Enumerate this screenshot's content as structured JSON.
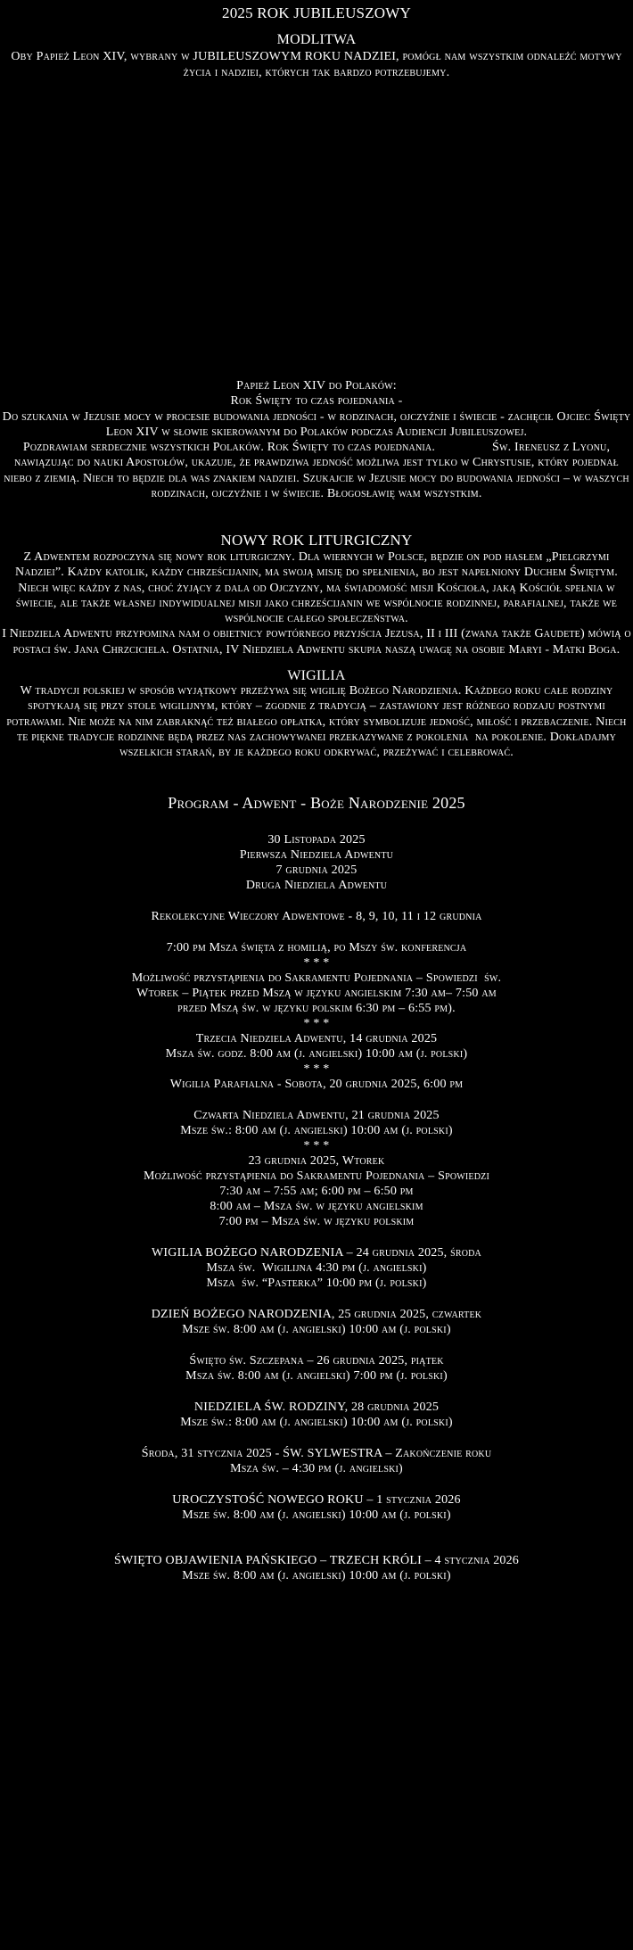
{
  "colors": {
    "background": "#000000",
    "text": "#ffffff"
  },
  "jubilee": {
    "title": "2025 ROK JUBILEUSZOWY",
    "modlitwa_heading": "MODLITWA",
    "modlitwa_text": "Oby Papież Leon XIV, wybrany w JUBILEUSZOWYM ROKU NADZIEI, pomógł nam wszystkim odnaleźć motywy życia i nadziei, których tak bardzo potrzebujemy."
  },
  "papiez": {
    "intro_line1": "Papież Leon XIV do Polaków:",
    "intro_line2": "Rok Święty to czas pojednania -",
    "para1": "Do szukania w Jezusie mocy w procesie budowania jedności - w rodzinach, ojczyźnie i świecie - zachęcił Ojciec Święty Leon XIV w słowie skierowanym do Polaków podczas Audiencji Jubileuszowej.",
    "para2": "Pozdrawiam serdecznie wszystkich Polaków. Rok Święty to czas pojednania.     Św. Ireneusz z Lyonu, nawiązując do nauki Apostołów, ukazuje, że prawdziwa jedność możliwa jest tylko w Chrystusie, który pojednał niebo z ziemią. Niech to będzie dla was znakiem nadziei. Szukajcie w Jezusie mocy do budowania jedności – w waszych rodzinach, ojczyźnie i w świecie. Błogosławię wam wszystkim."
  },
  "nowy_rok": {
    "heading": "NOWY ROK LITURGICZNY",
    "para1": "Z Adwentem rozpoczyna się nowy rok liturgiczny. Dla wiernych w Polsce, będzie on pod hasłem „Pielgrzymi Nadziei”. Każdy katolik, każdy chrześcijanin, ma swoją misję do spełnienia, bo jest napełniony Duchem Świętym. Niech więc każdy z nas, choć żyjący z dala od Ojczyzny, ma świadomość misji Kościoła, jaką Kościół spełnia w świecie, ale także własnej indywidualnej misji jako chrześcijanin we wspólnocie rodzinnej, parafialnej, także we wspólnocie całego społeczeństwa.",
    "para2": "I Niedziela Adwentu przypomina nam o obietnicy powtórnego przyjścia Jezusa, II i III (zwana także Gaudete) mówią o postaci św. Jana Chrzciciela. Ostatnia, IV Niedziela Adwentu skupia naszą uwagę na osobie Maryi - Matki Boga."
  },
  "wigilia": {
    "heading": "WIGILIA",
    "para": "W tradycji polskiej w sposób wyjątkowy przeżywa się wigilię Bożego Narodzienia. Każdego roku całe rodziny spotykają się przy stole wigilijnym, który – zgodnie z tradycją – zastawiony jest różnego rodzaju postnymi potrawami. Nie może na nim zabraknąć też białego opłatka, który symbolizuje jedność, miłość i przebaczenie. Niech te piękne tradycje rodzinne będą przez nas zachowywanei przekazywane z pokolenia  na pokolenie. Dokładajmy wszelkich starań, by je każdego roku odkrywać, przeżywać i celebrować."
  },
  "program": {
    "title": "Program - Adwent - Boże Narodzenie 2025",
    "blocks": [
      [
        "30 Listopada 2025",
        "Pierwsza Niedziela Adwentu",
        "7 grudnia 2025",
        "Druga Niedziela Adwentu"
      ],
      [
        "Rekolekcyjne Wieczory Adwentowe - 8, 9, 10, 11 i 12 grudnia"
      ],
      [
        "7:00 pm Msza święta z homilią, po Mszy św. konferencja",
        "* * *",
        "Możliwość przystąpienia do Sakramentu Pojednania – Spowiedzi  św.",
        "Wtorek – Piątek przed Mszą w języku angielskim 7:30 am– 7:50 am",
        "przed Mszą św. w języku polskim 6:30 pm – 6:55 pm).",
        "* * *",
        "Trzecia Niedziela Adwentu, 14 grudnia 2025",
        "Msza św. godz. 8:00 am (j. angielski) 10:00 am (j. polski)",
        "* * *",
        "Wigilia Parafialna - Sobota, 20 grudnia 2025, 6:00 pm"
      ],
      [
        "Czwarta Niedziela Adwentu, 21 grudnia 2025",
        "Msze św.: 8:00 am (j. angielski) 10:00 am (j. polski)",
        "* * *",
        "23 grudnia 2025, Wtorek",
        "Możliwość przystąpienia do Sakramentu Pojednania – Spowiedzi",
        "7:30 am – 7:55 am; 6:00 pm – 6:50 pm",
        "8:00 am – Msza św. w języku angielskim",
        "7:00 pm – Msza św. w języku polskim"
      ],
      [
        "WIGILIA BOŻEGO NARODZENIA – 24 grudnia 2025, środa",
        "Msza św.  Wigilijna 4:30 pm (j. angielski)",
        "Msza  św. “Pasterka” 10:00 pm (j. polski)"
      ],
      [
        "DZIEŃ BOŻEGO NARODZENIA, 25 grudnia 2025, czwartek",
        "Msze św. 8:00 am (j. angielski) 10:00 am (j. polski)"
      ],
      [
        "Święto św. Szczepana – 26 grudnia 2025, piątek",
        "Msza św. 8:00 am (j. angielski) 7:00 pm (j. polski)"
      ],
      [
        "NIEDZIELA ŚW. RODZINY, 28 grudnia 2025",
        "Msze św.: 8:00 am (j. angielski) 10:00 am (j. polski)"
      ],
      [
        "Środa, 31 stycznia 2025 - ŚW. SYLWESTRA – Zakończenie roku",
        "Msza św. – 4:30 pm (j. angielski)"
      ],
      [
        "UROCZYSTOŚĆ NOWEGO ROKU – 1 stycznia 2026",
        "Msze św. 8:00 am (j. angielski) 10:00 am (j. polski)"
      ],
      [
        "ŚWIĘTO OBJAWIENIA PAŃSKIEGO – TRZECH KRÓLI – 4 stycznia 2026",
        "Msze św. 8:00 am (j. angielski) 10:00 am (j. polski)"
      ]
    ]
  }
}
